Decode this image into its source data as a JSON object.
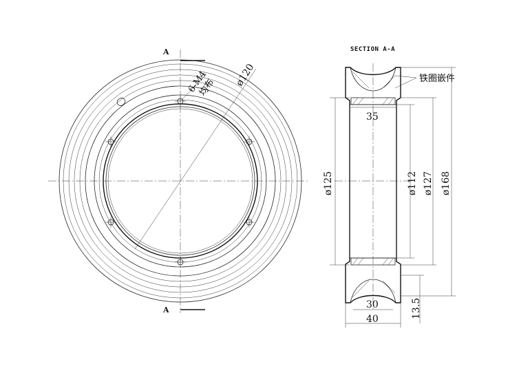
{
  "front_view": {
    "section_marker_top": "A",
    "section_marker_bottom": "A",
    "hole_note_line1": "6-M4",
    "hole_note_line2": "均布",
    "diameter_label": "ø120"
  },
  "section_view": {
    "title": "SECTION A-A",
    "insert_note": "铁圈嵌件",
    "dim_top_width": "35",
    "dim_bore_width": "30",
    "dim_total_width": "40",
    "dim_d125": "ø125",
    "dim_d112": "ø112",
    "dim_d127": "ø127",
    "dim_d168": "ø168",
    "dim_13_5": "13.5"
  }
}
